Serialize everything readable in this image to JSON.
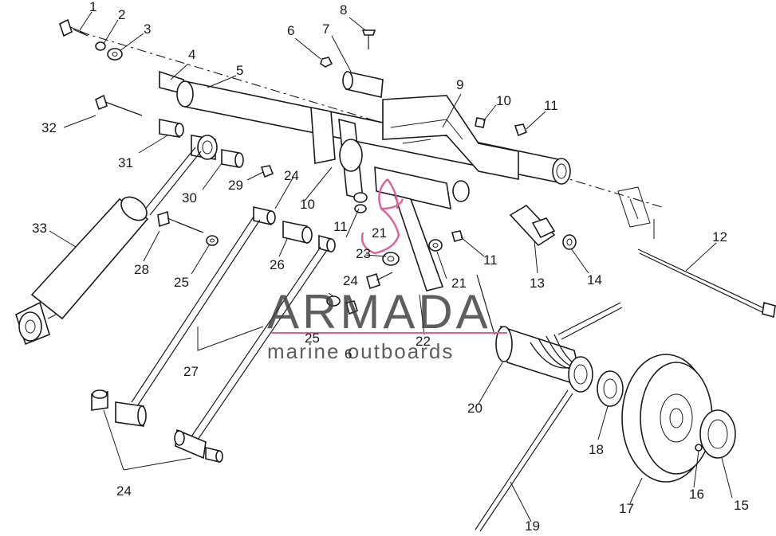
{
  "callouts": [
    "1",
    "2",
    "3",
    "4",
    "5",
    "6",
    "7",
    "8",
    "9",
    "10",
    "10",
    "11",
    "11",
    "11",
    "12",
    "13",
    "14",
    "15",
    "16",
    "17",
    "18",
    "19",
    "20",
    "21",
    "21",
    "22",
    "23",
    "24",
    "24",
    "24",
    "25",
    "25",
    "26",
    "27",
    "28",
    "29",
    "30",
    "31",
    "32",
    "33",
    "6"
  ],
  "watermark": {
    "brand": "ARMADA",
    "tagline": "marine outboards",
    "accent_color": "#e0609a"
  }
}
